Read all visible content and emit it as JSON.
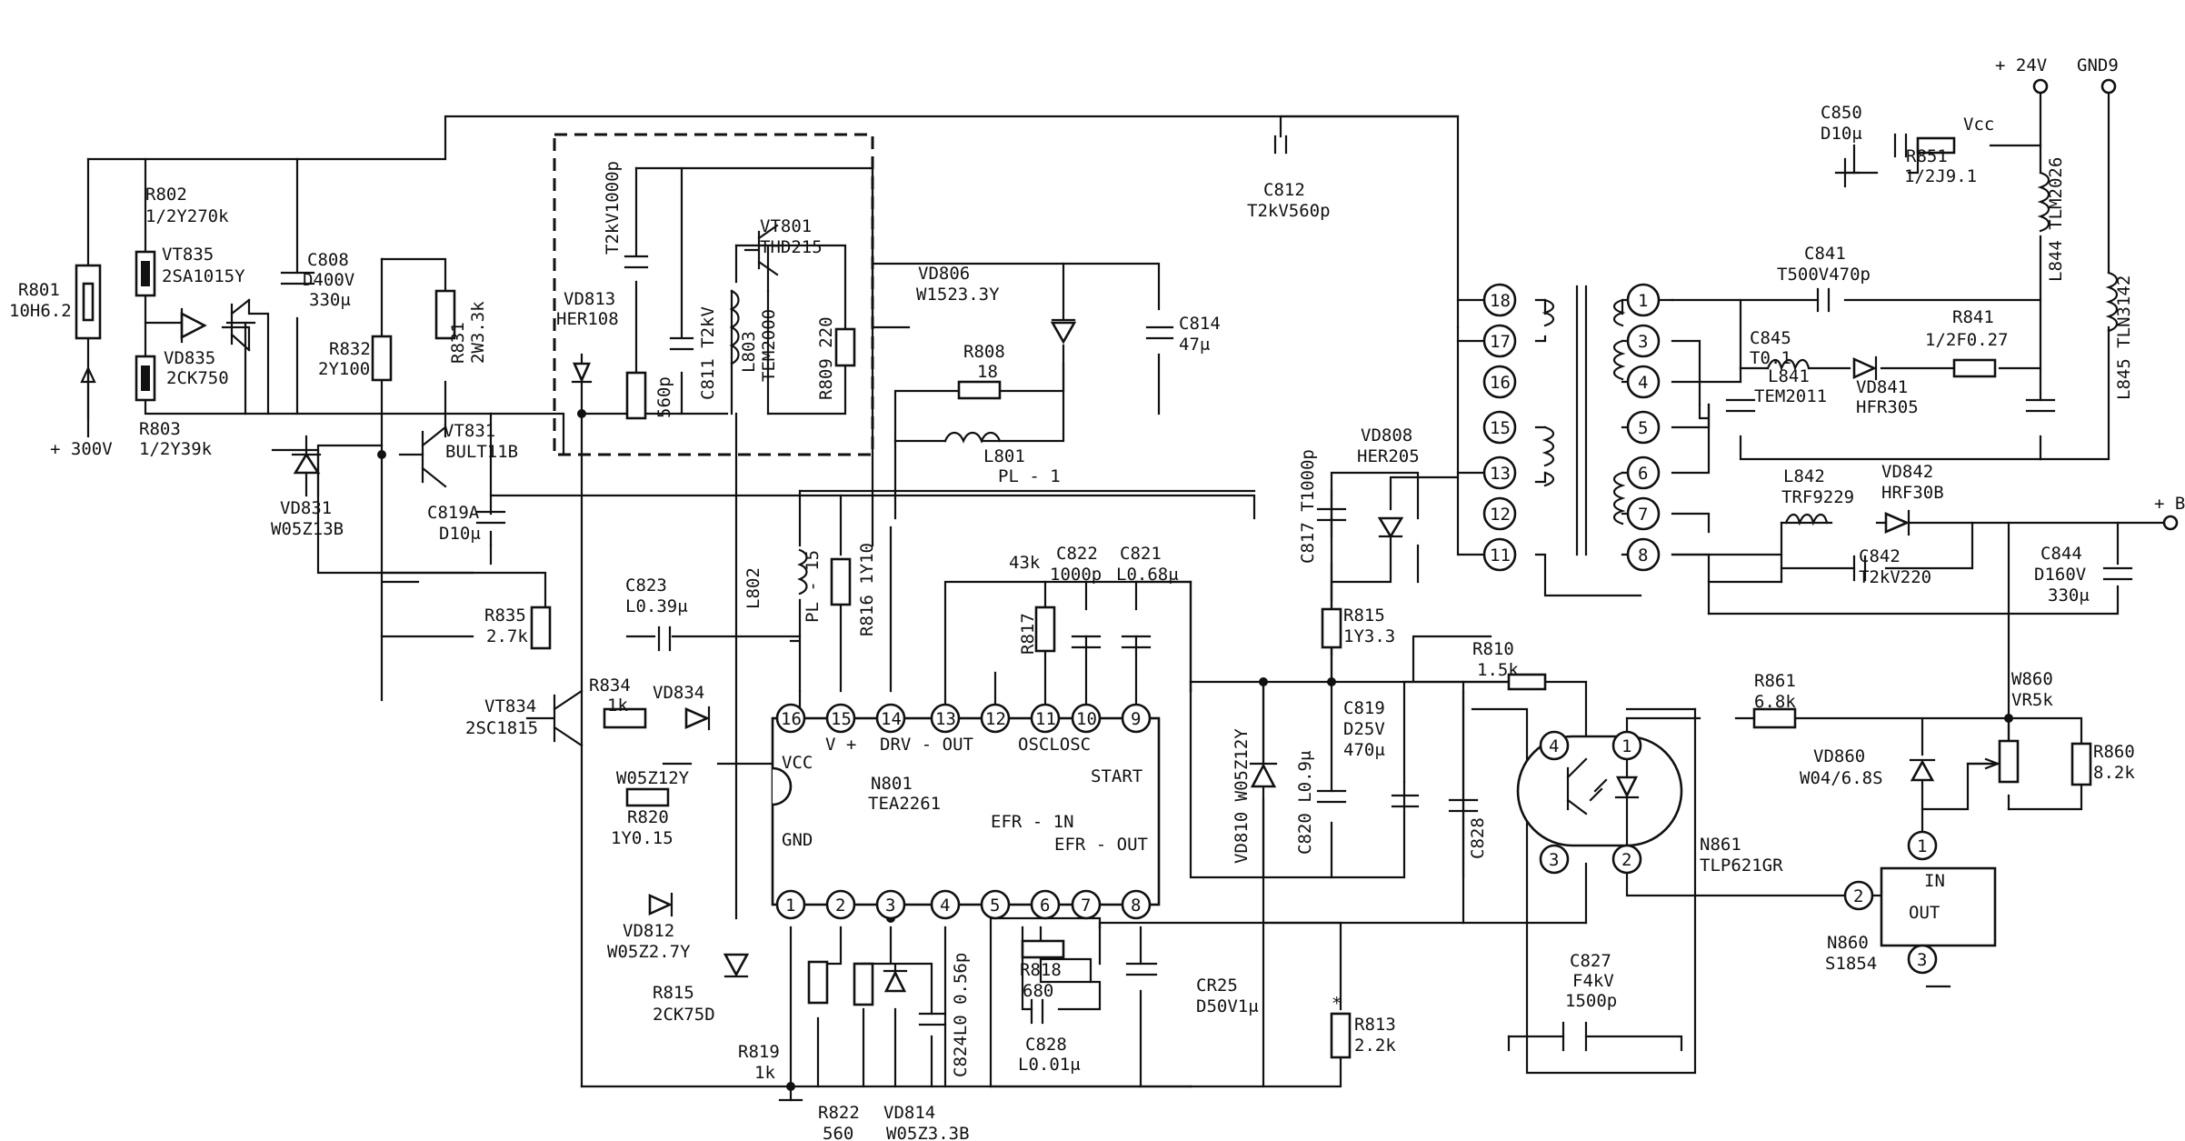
{
  "labels": {
    "R801": "R801",
    "R801_v": "10H6.2",
    "V300": "+ 300V",
    "R802": "R802",
    "R802_v": "1/2Y270k",
    "VT835": "VT835",
    "VT835_v": "2SA1015Y",
    "VD835": "VD835",
    "VD835_v": "2CK750",
    "R803": "R803",
    "R803_v": "1/2Y39k",
    "C808": "C808",
    "C808_v": "D400V",
    "C808_v2": "330μ",
    "R832": "R832",
    "R832_v": "2Y100",
    "R831": "R831",
    "R831_v": "2W3.3k",
    "VT831": "VT831",
    "VT831_v": "BULT11B",
    "VD831": "VD831",
    "VD831_v": "W05Z13B",
    "C819A": "C819A",
    "C819A_v": "D10μ",
    "R835": "R835",
    "R835_v": "2.7k",
    "VT834": "VT834",
    "VT834_v": "2SC1815",
    "R834": "R834",
    "R834_v": "1k",
    "VD834": "VD834",
    "C823": "C823",
    "C823_v": "L0.39μ",
    "W05Z12Y": "W05Z12Y",
    "R820": "R820",
    "R820_v": "1Y0.15",
    "VD812": "VD812",
    "VD812_v": "W05Z2.7Y",
    "R815b": "R815",
    "R815b_v": "2CK75D",
    "R819": "R819",
    "R819_v": "1k",
    "R822": "R822",
    "R822_v": "560",
    "VD814": "VD814",
    "VD814_v": "W05Z3.3B",
    "C813": "T2kV1000p",
    "VD813": "VD813",
    "VD813_v": "HER108",
    "C811": "C811 T2kV",
    "L803": "L803",
    "L803_v": "TEM2000",
    "R809": "R809 220",
    "VT801": "VT801",
    "VT801_v": "THD215",
    "C812": "C812",
    "C812_v": "T2kV560p",
    "VD806": "VD806",
    "VD806_v": "W1523.3Y",
    "C814": "C814",
    "C814_v": "47μ",
    "R808": "R808",
    "R808_v": "18",
    "L801": "L801",
    "L801_v": "PL - 1",
    "L802": "L802",
    "PL15": "PL - 15",
    "R816": "R816 1Y10",
    "R817": "R817",
    "R817_v": "43k",
    "C822": "C822",
    "C822_v": "1000p",
    "C821": "C821",
    "C821_v": "L0.68μ",
    "C824": "C824L0 0.56p",
    "R818": "R818",
    "R818_v": "680",
    "C828b": "C828",
    "C828b_v": "L0.01μ",
    "CR25": "CR25",
    "CR25_v": "D50V1μ",
    "VD810": "VD810 W05Z12Y",
    "C820": "C820 L0.9μ",
    "C819": "C819",
    "C819_v": "D25V",
    "C819_v2": "470μ",
    "R815": "R815",
    "R815_v": "1Y3.3",
    "C817": "C817 T1000p",
    "VD808": "VD808",
    "VD808_v": "HER205",
    "R813": "R813",
    "R813_v": "2.2k",
    "R813_star": "*",
    "R810": "R810",
    "R810_v": "1.5k",
    "C828": "C828",
    "C827": "C827",
    "C827_v": "F4kV",
    "C827_v2": "1500p",
    "N861": "N861",
    "N861_v": "TLP621GR",
    "R861": "R861",
    "R861_v": "6.8k",
    "W860": "W860",
    "W860_v": "VR5k",
    "VD860": "VD860",
    "VD860_v": "W04/6.8S",
    "R860": "R860",
    "R860_v": "8.2k",
    "N860": "N860",
    "N860_v": "S1854",
    "IN": "IN",
    "OUT": "OUT",
    "C841": "C841",
    "C841_v": "T500V470p",
    "C845": "C845",
    "C845_v": "T0.1",
    "R841": "R841",
    "R841_v": "1/2F0.27",
    "L841": "L841",
    "L841_v": "TEM2011",
    "VD841": "VD841",
    "VD841_v": "HFR305",
    "L842": "L842",
    "L842_v": "TRF9229",
    "VD842": "VD842",
    "VD842_v": "HRF30B",
    "C842": "C842",
    "C842_v": "T2kV220",
    "C844": "C844",
    "C844_v": "D160V",
    "C844_v2": "330μ",
    "C850": "C850",
    "C850_v": "D10μ",
    "R851": "R851",
    "R851_v": "1/2J9.1",
    "Vcc": "Vcc",
    "V24": "+ 24V",
    "GND9": "GND9",
    "B": "+ B",
    "L844": "L844 TLM2026",
    "L845": "L845 TLN3142"
  },
  "chip": {
    "name": "N801",
    "part": "TEA2261",
    "top_pins": [
      "16",
      "15",
      "14",
      "13",
      "12",
      "11",
      "10",
      "9"
    ],
    "bottom_pins": [
      "1",
      "2",
      "3",
      "4",
      "5",
      "6",
      "7",
      "8"
    ],
    "VCC": "VCC",
    "Vplus": "V +",
    "DRV": "DRV - OUT",
    "OSC": "OSCLOSC",
    "START": "START",
    "GND": "GND",
    "EFRIN": "EFR - 1N",
    "EFROUT": "EFR - OUT"
  },
  "transformer": {
    "left_pins": [
      "18",
      "17",
      "16",
      "15",
      "13",
      "12",
      "11"
    ],
    "right_pins": [
      "1",
      "3",
      "4",
      "5",
      "6",
      "7",
      "8"
    ]
  },
  "optocoupler": {
    "pins": [
      "4",
      "1",
      "3",
      "2"
    ]
  },
  "n860": {
    "pins": [
      "1",
      "2",
      "3"
    ]
  }
}
